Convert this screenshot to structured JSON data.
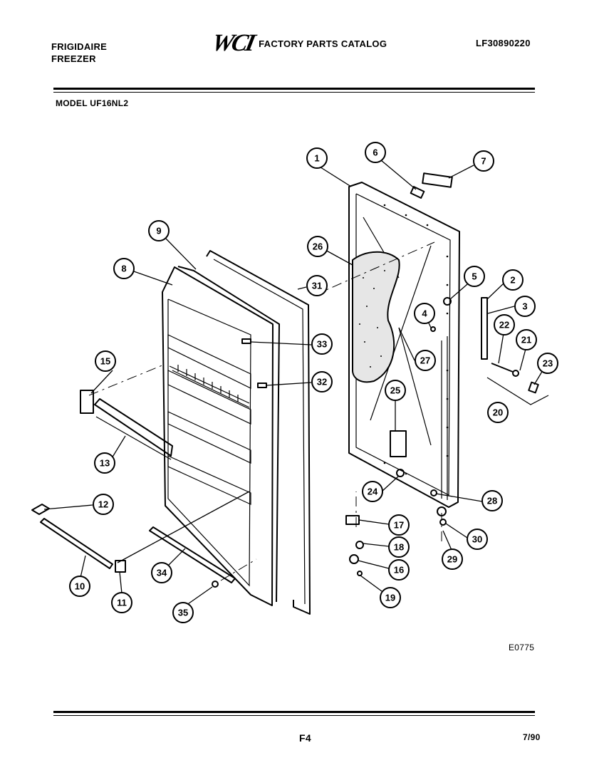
{
  "header": {
    "brand_line1": "FRIGIDAIRE",
    "brand_line2": "FREEZER",
    "logo": "WCI",
    "catalog_title": "FACTORY PARTS CATALOG",
    "doc_number": "LF30890220"
  },
  "model_label": "MODEL UF16NL2",
  "footer": {
    "figure_code": "E0775",
    "page_id": "F4",
    "date": "7/90"
  },
  "callouts": [
    "1",
    "2",
    "3",
    "4",
    "5",
    "6",
    "7",
    "8",
    "9",
    "10",
    "11",
    "12",
    "13",
    "15",
    "16",
    "17",
    "18",
    "19",
    "20",
    "21",
    "22",
    "23",
    "24",
    "25",
    "26",
    "27",
    "28",
    "29",
    "30",
    "31",
    "32",
    "33",
    "34",
    "35"
  ]
}
